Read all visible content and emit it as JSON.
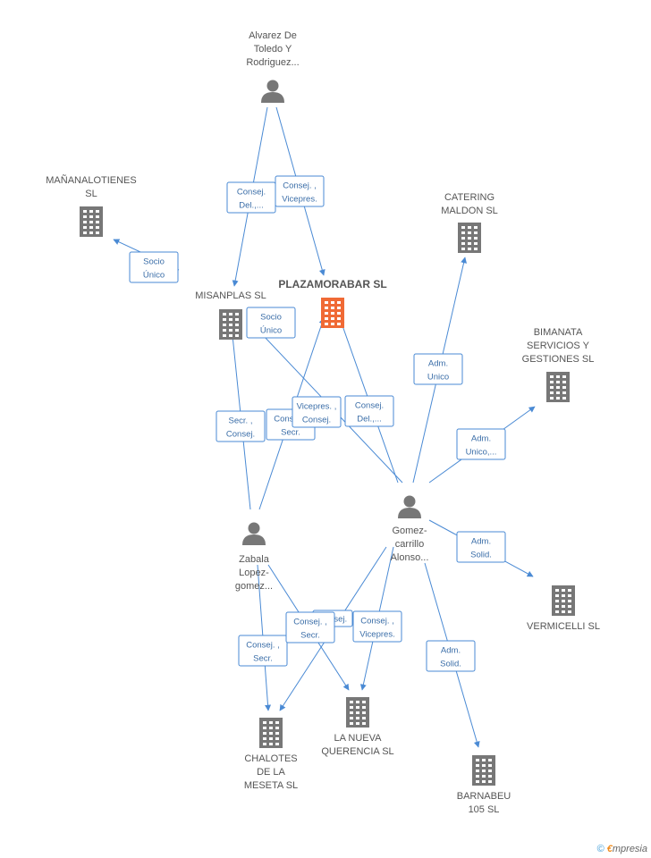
{
  "colors": {
    "edge": "#4a8ad4",
    "person": "#777777",
    "company": "#777777",
    "focus_company": "#f06a35"
  },
  "nodes": [
    {
      "id": "alvarez",
      "type": "person",
      "label": [
        "Alvarez De",
        "Toledo Y",
        "Rodriguez..."
      ]
    },
    {
      "id": "mananalotienes",
      "type": "company",
      "label": [
        "MAÑANALOTIENES",
        "SL"
      ]
    },
    {
      "id": "misanplas",
      "type": "company",
      "label": [
        "MISANPLAS SL"
      ]
    },
    {
      "id": "plazamorabar",
      "type": "company",
      "focus": true,
      "label": [
        "PLAZAMORABAR SL"
      ]
    },
    {
      "id": "catering",
      "type": "company",
      "label": [
        "CATERING",
        "MALDON SL"
      ]
    },
    {
      "id": "bimanata",
      "type": "company",
      "label": [
        "BIMANATA",
        "SERVICIOS Y",
        "GESTIONES  SL"
      ]
    },
    {
      "id": "gomez",
      "type": "person",
      "label": [
        "Gomez-",
        "carrillo",
        "Alonso..."
      ]
    },
    {
      "id": "zabala",
      "type": "person",
      "label": [
        "Zabala",
        "Lopez-",
        "gomez..."
      ]
    },
    {
      "id": "vermicelli",
      "type": "company",
      "label": [
        "VERMICELLI SL"
      ]
    },
    {
      "id": "chalotes",
      "type": "company",
      "label": [
        "CHALOTES",
        "DE LA",
        "MESETA SL"
      ]
    },
    {
      "id": "nueva",
      "type": "company",
      "label": [
        "LA NUEVA",
        "QUERENCIA SL"
      ]
    },
    {
      "id": "barnabeu",
      "type": "company",
      "label": [
        "BARNABEU",
        "105 SL"
      ]
    }
  ],
  "edges": [
    {
      "from": "alvarez",
      "to": "misanplas",
      "label": [
        "Consej.",
        "Del.,..."
      ]
    },
    {
      "from": "alvarez",
      "to": "plazamorabar",
      "label": [
        "Consej. ,",
        "Vicepres."
      ]
    },
    {
      "from": "misanplas",
      "to": "mananalotienes",
      "label": [
        "Socio",
        "Único"
      ]
    },
    {
      "from": "misanplas",
      "to": "plazamorabar",
      "label": [
        "Socio",
        "Único"
      ]
    },
    {
      "from": "zabala",
      "to": "misanplas",
      "label": [
        "Secr. ,",
        "Consej."
      ]
    },
    {
      "from": "zabala",
      "to": "plazamorabar",
      "label": [
        "Consej. ,",
        "Secr."
      ]
    },
    {
      "from": "gomez",
      "to": "misanplas",
      "label": [
        "Vicepres. ,",
        "Consej."
      ]
    },
    {
      "from": "gomez",
      "to": "plazamorabar",
      "label": [
        "Consej.",
        "Del.,..."
      ]
    },
    {
      "from": "gomez",
      "to": "catering",
      "label": [
        "Adm.",
        "Unico"
      ]
    },
    {
      "from": "gomez",
      "to": "bimanata",
      "label": [
        "Adm.",
        "Unico,..."
      ]
    },
    {
      "from": "gomez",
      "to": "vermicelli",
      "label": [
        "Adm.",
        "Solid."
      ]
    },
    {
      "from": "gomez",
      "to": "barnabeu",
      "label": [
        "Adm.",
        "Solid."
      ]
    },
    {
      "from": "gomez",
      "to": "chalotes",
      "label": [
        "Consej."
      ]
    },
    {
      "from": "gomez",
      "to": "nueva",
      "label": [
        "Consej. ,",
        "Vicepres."
      ]
    },
    {
      "from": "zabala",
      "to": "chalotes",
      "label": [
        "Consej. ,",
        "Secr."
      ]
    },
    {
      "from": "zabala",
      "to": "nueva",
      "label": [
        "Consej. ,",
        "Secr."
      ]
    }
  ],
  "footer": {
    "copyright": "©",
    "brand_initial": "€",
    "brand_rest": "mpresia"
  }
}
